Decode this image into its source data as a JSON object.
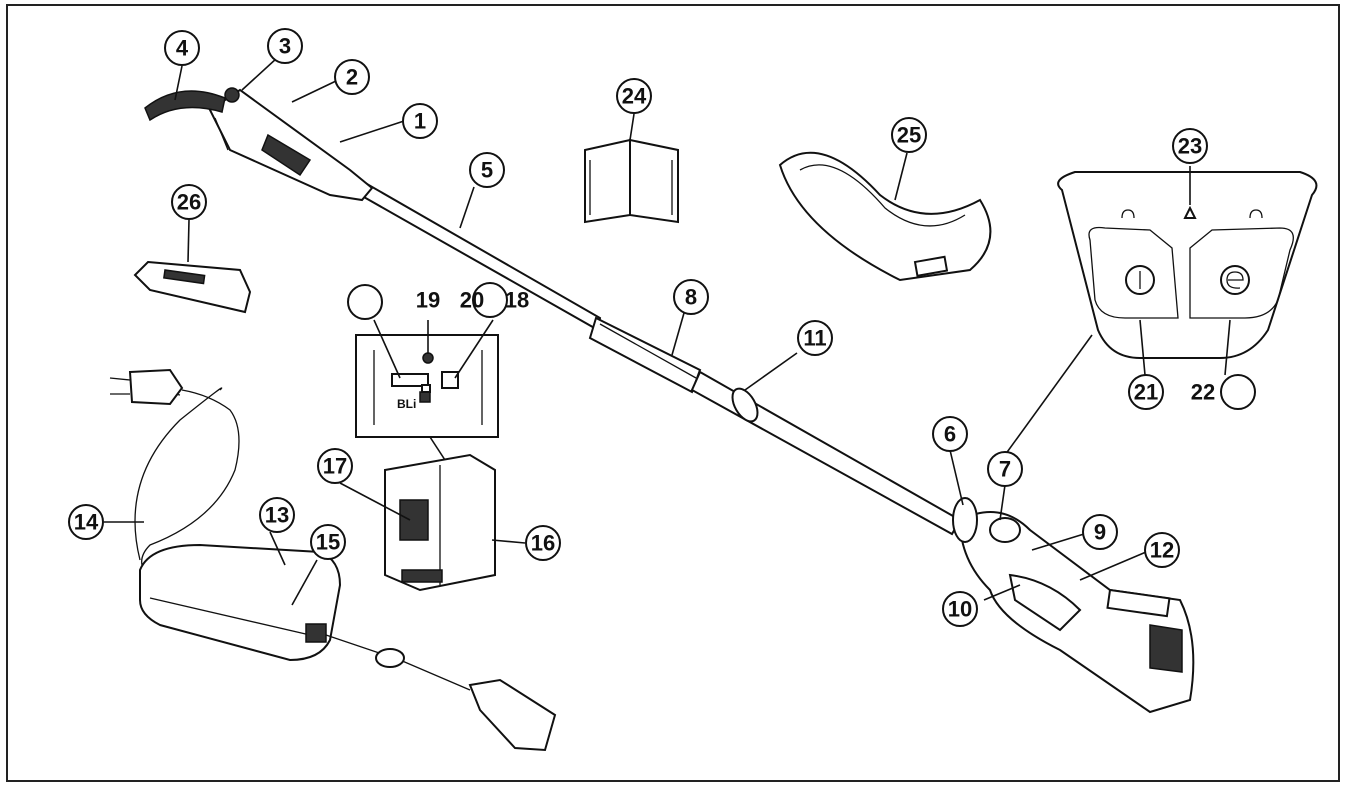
{
  "callouts": [
    {
      "label": "1"
    },
    {
      "label": "2"
    },
    {
      "label": "3"
    },
    {
      "label": "4"
    },
    {
      "label": "5"
    },
    {
      "label": "6"
    },
    {
      "label": "7"
    },
    {
      "label": "8"
    },
    {
      "label": "9"
    },
    {
      "label": "10"
    },
    {
      "label": "11"
    },
    {
      "label": "12"
    },
    {
      "label": "13"
    },
    {
      "label": "14"
    },
    {
      "label": "15"
    },
    {
      "label": "16"
    },
    {
      "label": "17"
    },
    {
      "label": "18"
    },
    {
      "label": "19"
    },
    {
      "label": "20"
    },
    {
      "label": "21"
    },
    {
      "label": "22"
    },
    {
      "label": "23"
    },
    {
      "label": "24"
    },
    {
      "label": "25"
    },
    {
      "label": "26"
    },
    {
      "label": ""
    },
    {
      "label": ""
    },
    {
      "label": ""
    }
  ],
  "battery_detail": {
    "indicator_text": "BLi"
  }
}
